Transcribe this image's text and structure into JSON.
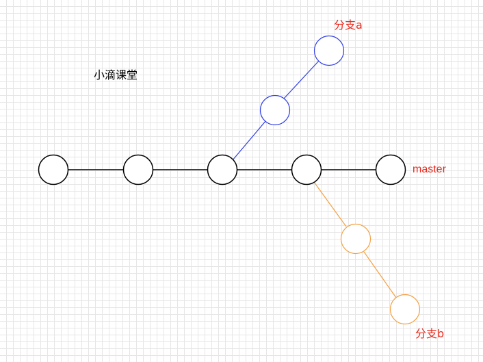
{
  "title": "小滴课堂",
  "labels": {
    "master": "master",
    "branch_a": "分支a",
    "branch_b": "分支b"
  },
  "colors": {
    "master": "#000000",
    "branch_a": "#2f3ee6",
    "branch_b": "#f5a041",
    "label_text": "#e8291c"
  }
}
